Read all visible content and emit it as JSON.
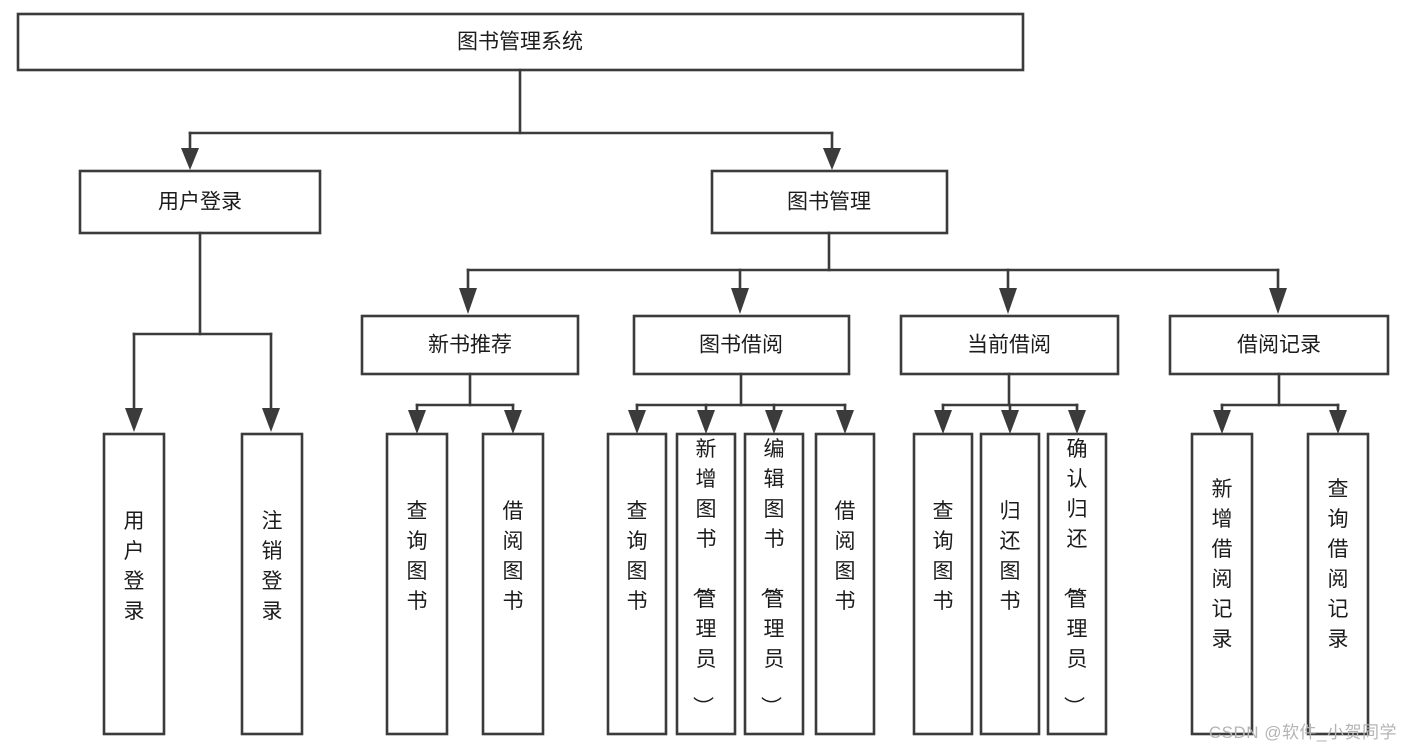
{
  "diagram": {
    "type": "tree",
    "title": "图书管理系统",
    "watermark": "CSDN @软件_小贺同学",
    "colors": {
      "stroke": "#3b3b3b",
      "box_fill": "#ffffff",
      "text": "#1c1c1c",
      "background": "#ffffff",
      "watermark": "#b4b4b4"
    },
    "nodes": {
      "root": {
        "label": "图书管理系统"
      },
      "level1": [
        {
          "label": "用户登录"
        },
        {
          "label": "图书管理"
        }
      ],
      "level2": [
        {
          "label": "新书推荐"
        },
        {
          "label": "图书借阅"
        },
        {
          "label": "当前借阅"
        },
        {
          "label": "借阅记录"
        }
      ],
      "leaves": {
        "user_login": [
          {
            "label": "用户登录"
          },
          {
            "label": "注销登录"
          }
        ],
        "new_book": [
          {
            "label": "查询图书"
          },
          {
            "label": "借阅图书"
          }
        ],
        "book_borrow": [
          {
            "label": "查询图书"
          },
          {
            "label": "新增图书（管理员）"
          },
          {
            "label": "编辑图书（管理员）"
          },
          {
            "label": "借阅图书"
          }
        ],
        "current_borrow": [
          {
            "label": "查询图书"
          },
          {
            "label": "归还图书"
          },
          {
            "label": "确认归还（管理员）"
          }
        ],
        "borrow_record": [
          {
            "label": "新增借阅记录"
          },
          {
            "label": "查询借阅记录"
          }
        ]
      }
    }
  }
}
